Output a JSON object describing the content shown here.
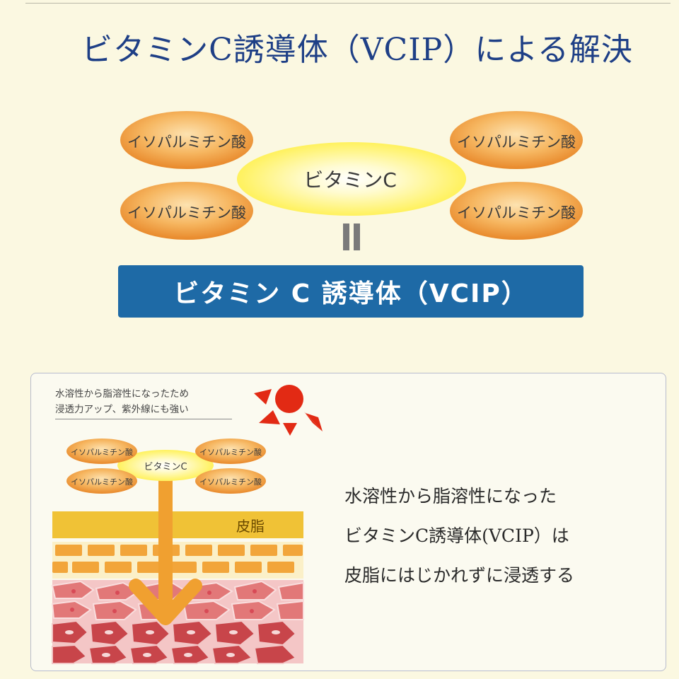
{
  "title": "ビタミンC誘導体（VCIP）による解決",
  "diagram": {
    "center_label": "ビタミンC",
    "molecule_labels": [
      "イソパルミチン酸",
      "イソパルミチン酸",
      "イソパルミチン酸",
      "イソパルミチン酸"
    ]
  },
  "banner": "ビタミン C 誘導体（VCIP）",
  "panel": {
    "note_lines": [
      "水溶性から脂溶性になったため",
      "浸透力アップ、紫外線にも強い"
    ],
    "mini_center_label": "ビタミンC",
    "mini_molecule_labels": [
      "イソパルミチン酸",
      "イソパルミチン酸",
      "イソパルミチン酸",
      "イソパルミチン酸"
    ],
    "skin_label": "皮脂",
    "description_lines": [
      "水溶性から脂溶性になった",
      "ビタミンC誘導体(VCIP）は",
      "皮脂にはじかれずに浸透する"
    ]
  },
  "colors": {
    "title": "#1e3f86",
    "banner": "#1e6aa6",
    "molecule_orange": "#f0a040",
    "vitamin_yellow": "#fff36a",
    "sun_red": "#e22a14",
    "sebum_yellow": "#f0c236",
    "arrow_orange": "#f0a030",
    "cell_red": "#e07070"
  },
  "icons": [
    "sun-icon",
    "down-arrow-icon",
    "equals-icon"
  ]
}
